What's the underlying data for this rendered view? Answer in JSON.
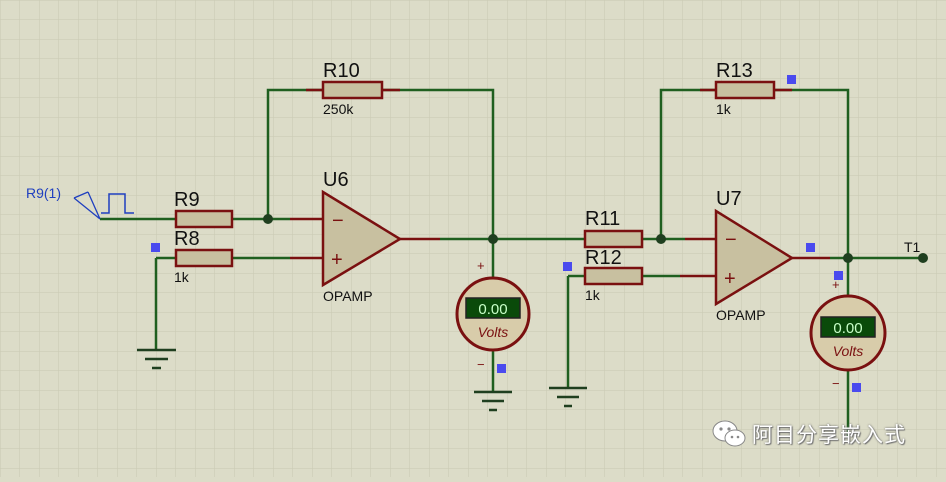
{
  "colors": {
    "background": "#dcdcc8",
    "grid": "#c7c7ae",
    "wire": "#1f5f1f",
    "component_outline": "#7a1010",
    "component_fill": "#c8c0a0",
    "label": "#111111",
    "probe_text": "#1f3fbf",
    "marker": "#4a4aee",
    "meter_display_bg": "#0a4a0a",
    "meter_display_fg": "#c8ffc8"
  },
  "components": {
    "r10": {
      "ref": "R10",
      "value": "250k"
    },
    "r9": {
      "ref": "R9",
      "value": ""
    },
    "r8": {
      "ref": "R8",
      "value": "1k"
    },
    "u6": {
      "ref": "U6",
      "type": "OPAMP",
      "minus": "−",
      "plus": "+"
    },
    "r13": {
      "ref": "R13",
      "value": "1k"
    },
    "r11": {
      "ref": "R11",
      "value": ""
    },
    "r12": {
      "ref": "R12",
      "value": "1k"
    },
    "u7": {
      "ref": "U7",
      "type": "OPAMP",
      "minus": "−",
      "plus": "+"
    }
  },
  "probe": {
    "label": "R9(1)",
    "icon": "square-pulse-generator-icon"
  },
  "terminal": {
    "label": "T1"
  },
  "voltmeters": [
    {
      "display": "0.00",
      "unit": "Volts",
      "plus": "+",
      "minus": "−"
    },
    {
      "display": "0.00",
      "unit": "Volts",
      "plus": "+",
      "minus": "−"
    }
  ],
  "watermark": {
    "icon": "wechat-icon",
    "text": "阿目分享嵌入式"
  }
}
